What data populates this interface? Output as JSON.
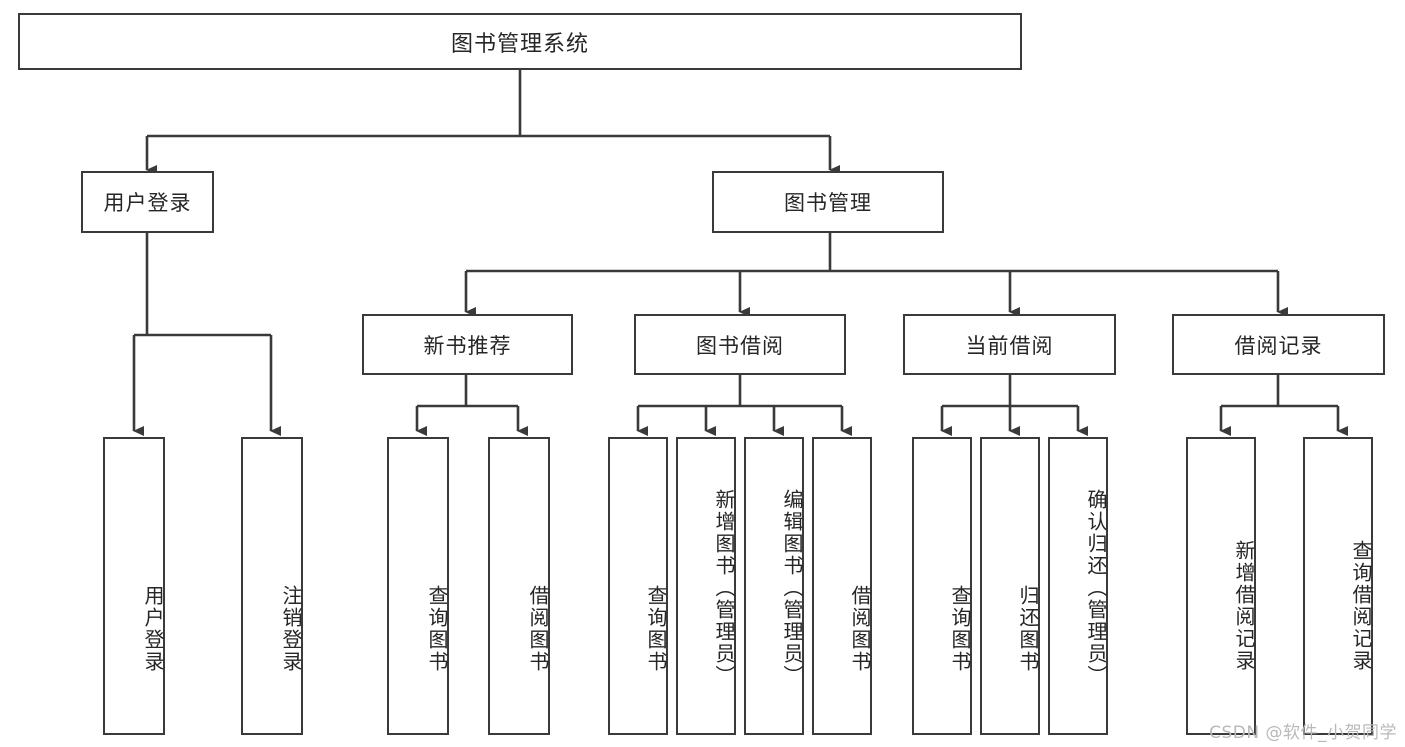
{
  "diagram": {
    "title": "图书管理系统",
    "type": "hierarchy-tree",
    "root": {
      "label": "图书管理系统"
    },
    "level2": [
      {
        "label": "用户登录"
      },
      {
        "label": "图书管理"
      }
    ],
    "level3": [
      {
        "label": "新书推荐"
      },
      {
        "label": "图书借阅"
      },
      {
        "label": "当前借阅"
      },
      {
        "label": "借阅记录"
      }
    ],
    "leaves": {
      "user_login": [
        {
          "label": "用户登录"
        },
        {
          "label": "注销登录"
        }
      ],
      "new_book_recommend": [
        {
          "label": "查询图书"
        },
        {
          "label": "借阅图书"
        }
      ],
      "book_borrow": [
        {
          "label": "查询图书"
        },
        {
          "label": "新增图书（管理员）"
        },
        {
          "label": "编辑图书（管理员）"
        },
        {
          "label": "借阅图书"
        }
      ],
      "current_borrow": [
        {
          "label": "查询图书"
        },
        {
          "label": "归还图书"
        },
        {
          "label": "确认归还（管理员）"
        }
      ],
      "borrow_record": [
        {
          "label": "新增借阅记录"
        },
        {
          "label": "查询借阅记录"
        }
      ]
    }
  },
  "watermark": {
    "text": "CSDN @软件_小贺同学"
  },
  "colors": {
    "border": "#3a3a3a",
    "background": "#ffffff",
    "text": "#262626",
    "watermark": "#b9b9b9"
  }
}
